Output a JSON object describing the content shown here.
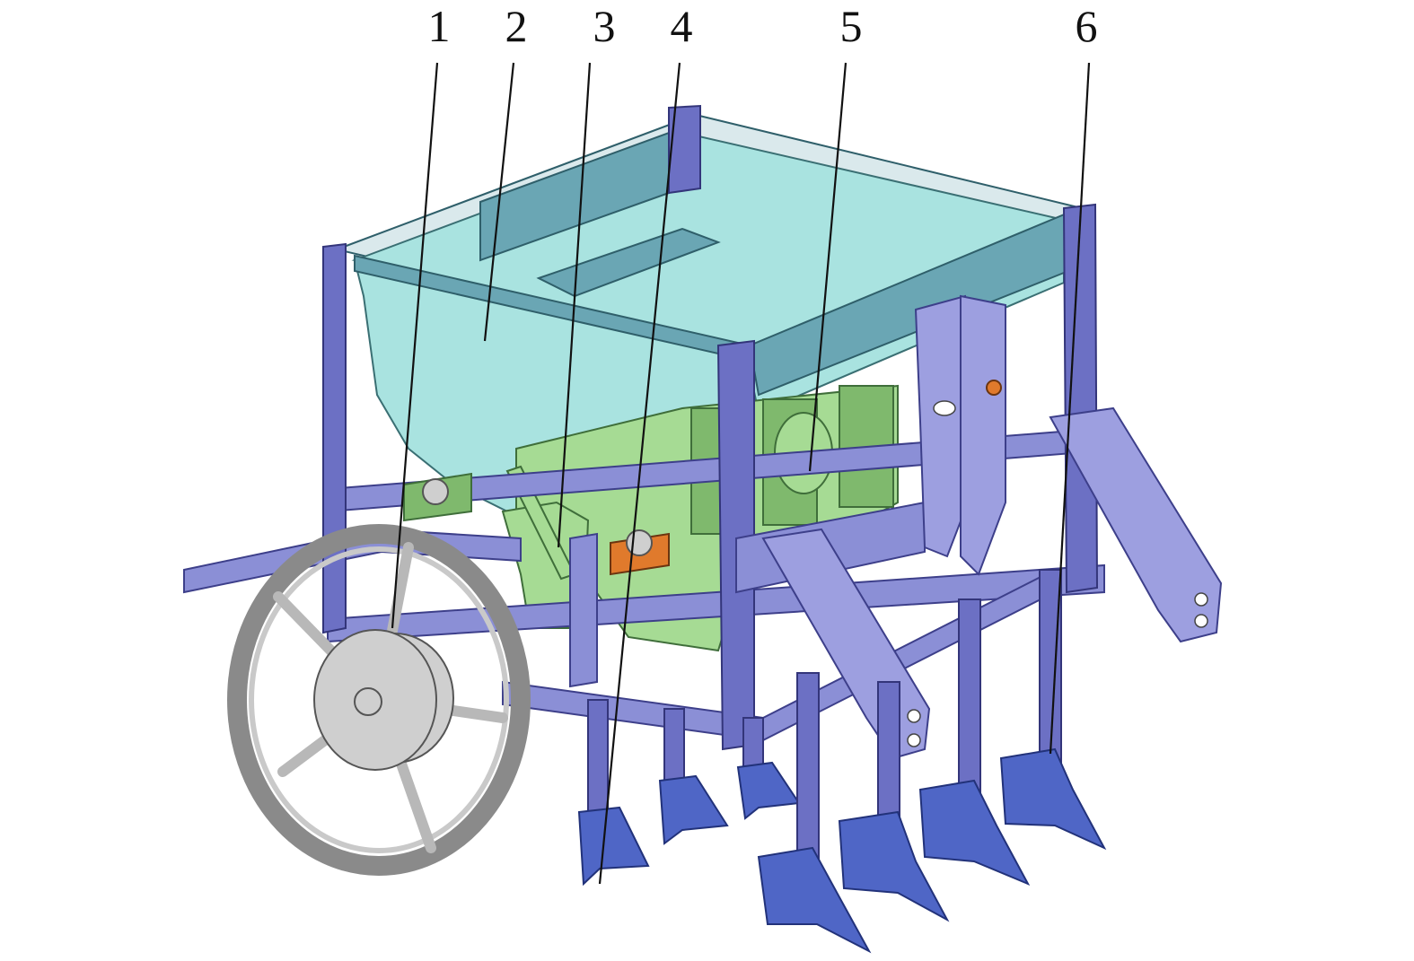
{
  "callouts": [
    {
      "id": "1",
      "label": "1"
    },
    {
      "id": "2",
      "label": "2"
    },
    {
      "id": "3",
      "label": "3"
    },
    {
      "id": "4",
      "label": "4"
    },
    {
      "id": "5",
      "label": "5"
    },
    {
      "id": "6",
      "label": "6"
    }
  ],
  "colors": {
    "frame": "#8b8fd6",
    "hopper": "#a9e3e0",
    "seed_meter": "#a6db94",
    "furrow_opener": "#4f66c6",
    "wheel": "#8a8a8a",
    "bearing": "#e07a2c"
  }
}
